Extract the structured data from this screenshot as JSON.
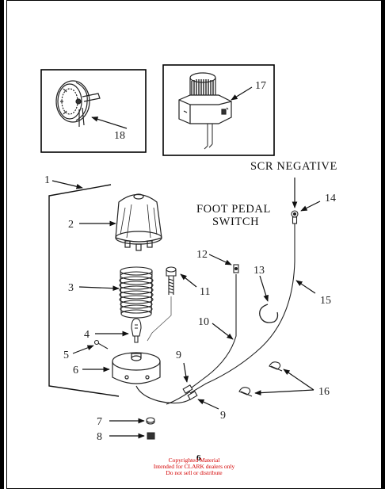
{
  "callouts": [
    {
      "id": "1",
      "text": "1"
    },
    {
      "id": "2",
      "text": "2"
    },
    {
      "id": "3",
      "text": "3"
    },
    {
      "id": "4",
      "text": "4"
    },
    {
      "id": "5",
      "text": "5"
    },
    {
      "id": "6",
      "text": "6"
    },
    {
      "id": "7",
      "text": "7"
    },
    {
      "id": "8",
      "text": "8"
    },
    {
      "id": "9a",
      "text": "9"
    },
    {
      "id": "9b",
      "text": "9"
    },
    {
      "id": "10",
      "text": "10"
    },
    {
      "id": "11",
      "text": "11"
    },
    {
      "id": "12",
      "text": "12"
    },
    {
      "id": "13",
      "text": "13"
    },
    {
      "id": "14",
      "text": "14"
    },
    {
      "id": "15",
      "text": "15"
    },
    {
      "id": "16",
      "text": "16"
    },
    {
      "id": "17",
      "text": "17"
    },
    {
      "id": "18",
      "text": "18"
    }
  ],
  "captions": {
    "scr_negative": "SCR NEGATIVE",
    "foot_pedal_line1": "FOOT PEDAL",
    "foot_pedal_line2": "SWITCH"
  },
  "page_number": "6",
  "copyright": {
    "line1": "Copyrighted Material",
    "line2": "Intended for CLARK dealers only",
    "line3": "Do not sell or distribute"
  },
  "colors": {
    "ink": "#222222",
    "copyright": "#d40000"
  }
}
